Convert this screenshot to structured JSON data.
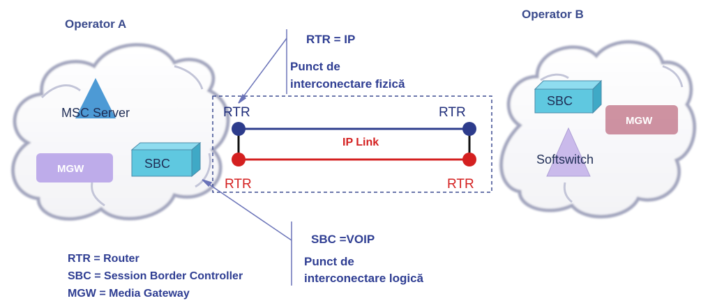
{
  "operators": {
    "a": "Operator A",
    "b": "Operator B"
  },
  "cloud_a": {
    "msc_server": "MSC Server",
    "sbc": "SBC",
    "mgw": "MGW"
  },
  "cloud_b": {
    "sbc": "SBC",
    "mgw": "MGW",
    "softswitch": "Softswitch"
  },
  "routers": {
    "top_left": "RTR",
    "top_right": "RTR",
    "bottom_left": "RTR",
    "bottom_right": "RTR"
  },
  "ip_link": "IP Link",
  "callout_top": {
    "line1": "RTR = IP",
    "line2": "Punct de",
    "line3": "interconectare fizică"
  },
  "callout_bottom": {
    "line1": "SBC =VOIP",
    "line2": "Punct de",
    "line3": "interconectare logică"
  },
  "legend": [
    "RTR = Router",
    "SBC = Session Border Controller",
    "MGW = Media Gateway"
  ],
  "colors": {
    "label_blue": "#2e3d92",
    "router_blue": "#1f2d7a",
    "router_red": "#d42020",
    "sbc_cyan": "#5fc8e0",
    "mgw_a_purple": "#b09ae6",
    "mgw_b_pink": "#c67f90",
    "triangle_blue": "#3a8fd0",
    "triangle_lavender": "#c6b4ea"
  }
}
